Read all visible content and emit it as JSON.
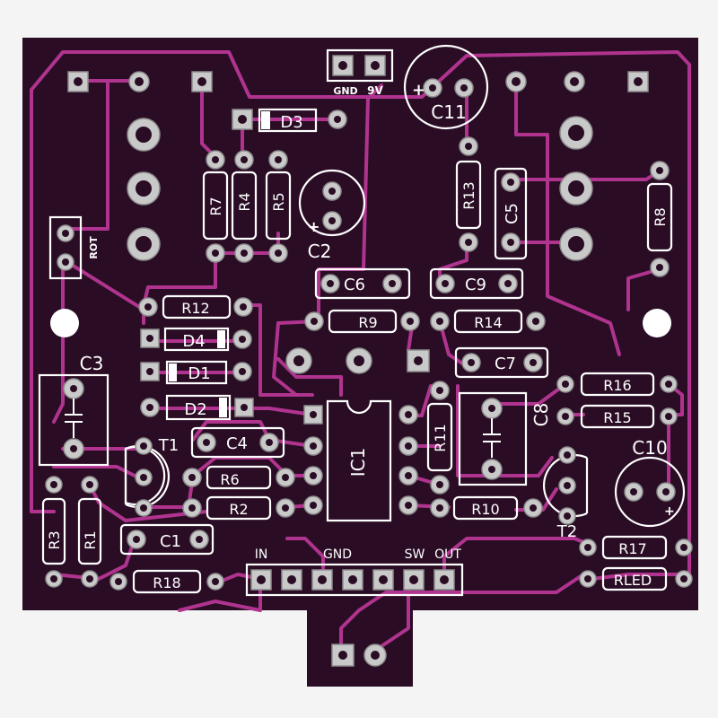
{
  "labels": {
    "gnd_top": "GND",
    "nine_v": "9V",
    "d3": "D3",
    "c11": "C11",
    "r7": "R7",
    "r4": "R4",
    "r5": "R5",
    "c2": "C2",
    "r13": "R13",
    "c5": "C5",
    "r8": "R8",
    "rot": "ROT",
    "c6": "C6",
    "c9": "C9",
    "r12": "R12",
    "r9": "R9",
    "r14": "R14",
    "d4": "D4",
    "d1": "D1",
    "c7": "C7",
    "c3": "C3",
    "d2": "D2",
    "r16": "R16",
    "r15": "R15",
    "c8": "C8",
    "ic1": "IC1",
    "t1": "T1",
    "c4": "C4",
    "r11": "R11",
    "c10": "C10",
    "r6": "R6",
    "r2": "R2",
    "r10": "R10",
    "t2": "T2",
    "r3": "R3",
    "r1": "R1",
    "c1": "C1",
    "r17": "R17",
    "rled": "RLED",
    "r18": "R18",
    "in": "IN",
    "gnd_bottom": "GND",
    "sw": "SW",
    "out": "OUT",
    "plus_c11": "+",
    "plus_c2": "+",
    "plus_c10": "+"
  },
  "colors": {
    "background": "#f4f4f4",
    "board": "#2a0d24",
    "trace": "#b0348f",
    "silkscreen": "#ffffff",
    "pad": "#c9c9c9"
  }
}
